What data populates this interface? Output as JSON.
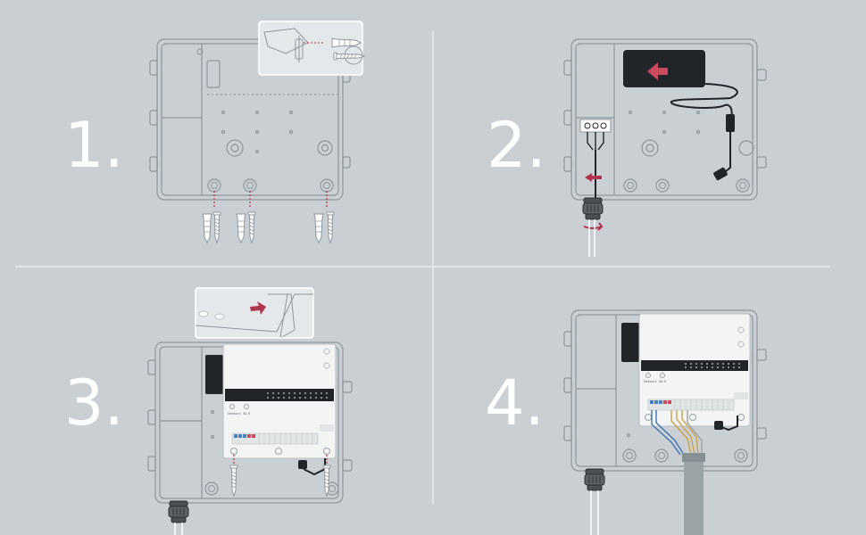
{
  "steps": [
    {
      "label": "1.",
      "action": "Mount enclosure to wall"
    },
    {
      "label": "2.",
      "action": "Route power supply and cable gland"
    },
    {
      "label": "3.",
      "action": "Slide in and screw controller board"
    },
    {
      "label": "4.",
      "action": "Connect field wiring"
    }
  ],
  "board": {
    "network_label": "Network",
    "wifi_label": "Wi-Fi"
  },
  "colors": {
    "background": "#c9cfd2",
    "outline": "#8e979c",
    "accent": "#b0344e",
    "board": "#f3f4f4",
    "terminal_blue": "#4a7fc0",
    "terminal_red": "#c94b5e",
    "wire_blue": "#3f74b4",
    "wire_gold": "#caa24a",
    "conduit": "#9aa3a6",
    "adapter": "#222527"
  }
}
